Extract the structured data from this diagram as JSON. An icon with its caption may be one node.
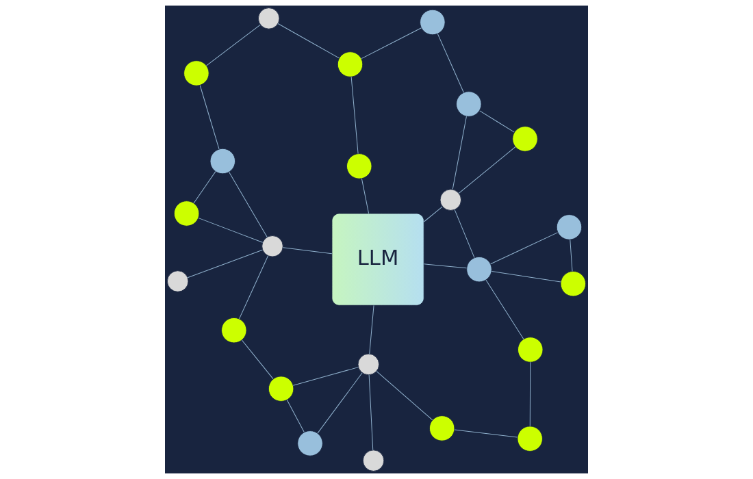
{
  "diagram": {
    "nodes": [
      {
        "text": [],
        "shape": "circle"
      },
      {
        "text": [],
        "shape": "circle"
      },
      {
        "text": [],
        "shape": "circle"
      },
      {
        "text": [],
        "shape": "circle"
      },
      {
        "text": [],
        "shape": "circle"
      },
      {
        "text": [],
        "shape": "circle"
      },
      {
        "text": [],
        "shape": "circle"
      },
      {
        "text": [],
        "shape": "circle"
      },
      {
        "text": [],
        "shape": "circle"
      },
      {
        "text": [],
        "shape": "circle"
      },
      {
        "text": [],
        "shape": "circle"
      },
      {
        "text": [
          "LLM"
        ]
      },
      {
        "text": [],
        "shape": "circle"
      },
      {
        "text": [],
        "shape": "circle"
      },
      {
        "text": [],
        "shape": "circle"
      },
      {
        "text": [],
        "shape": "circle"
      },
      {
        "text": [],
        "shape": "circle"
      },
      {
        "text": [],
        "shape": "circle"
      },
      {
        "text": [],
        "shape": "circle"
      },
      {
        "text": [],
        "shape": "circle"
      },
      {
        "text": [],
        "shape": "circle"
      },
      {
        "text": [],
        "shape": "circle"
      },
      {
        "text": [],
        "shape": "circle"
      },
      {
        "text": [],
        "shape": "circle"
      }
    ],
    "edges": [
      {
        "from": 0,
        "to": 4,
        "arrow": "none"
      },
      {
        "from": 1,
        "to": 4,
        "arrow": "none"
      },
      {
        "from": 1,
        "to": 3,
        "arrow": "none"
      },
      {
        "from": 3,
        "to": 2,
        "arrow": "none"
      },
      {
        "from": 2,
        "to": 5,
        "arrow": "none"
      },
      {
        "from": 4,
        "to": 7,
        "arrow": "none"
      },
      {
        "from": 4,
        "to": 9,
        "arrow": "none"
      },
      {
        "from": 4,
        "to": 11,
        "arrow": "none"
      },
      {
        "from": 7,
        "to": 9,
        "arrow": "none"
      },
      {
        "from": 7,
        "to": 12,
        "arrow": "none"
      },
      {
        "from": 12,
        "to": 14,
        "arrow": "none"
      },
      {
        "from": 14,
        "to": 11,
        "arrow": "none"
      },
      {
        "from": 14,
        "to": 17,
        "arrow": "none"
      },
      {
        "from": 14,
        "to": 21,
        "arrow": "none"
      },
      {
        "from": 14,
        "to": 19,
        "arrow": "none"
      },
      {
        "from": 19,
        "to": 21,
        "arrow": "none"
      },
      {
        "from": 19,
        "to": 22,
        "arrow": "none"
      },
      {
        "from": 22,
        "to": 18,
        "arrow": "none"
      },
      {
        "from": 18,
        "to": 20,
        "arrow": "none"
      },
      {
        "from": 20,
        "to": 15,
        "arrow": "none"
      },
      {
        "from": 15,
        "to": 11,
        "arrow": "none"
      },
      {
        "from": 20,
        "to": 23,
        "arrow": "none"
      },
      {
        "from": 23,
        "to": 16,
        "arrow": "none"
      },
      {
        "from": 16,
        "to": 13,
        "arrow": "none"
      },
      {
        "from": 16,
        "to": 10,
        "arrow": "none"
      },
      {
        "from": 10,
        "to": 13,
        "arrow": "none"
      },
      {
        "from": 10,
        "to": 11,
        "arrow": "none"
      },
      {
        "from": 5,
        "to": 10,
        "arrow": "none"
      },
      {
        "from": 5,
        "to": 11,
        "arrow": "none"
      },
      {
        "from": 5,
        "to": 6,
        "arrow": "none"
      },
      {
        "from": 5,
        "to": 8,
        "arrow": "none"
      },
      {
        "from": 6,
        "to": 8,
        "arrow": "none"
      }
    ]
  }
}
